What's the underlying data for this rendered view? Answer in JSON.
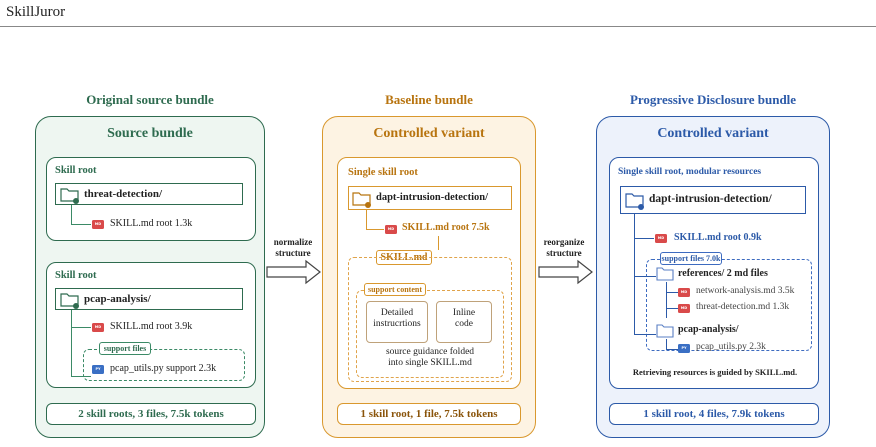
{
  "app": {
    "title": "SkillJuror"
  },
  "columns": {
    "original": {
      "heading": "Original source bundle",
      "panel_title": "Source bundle",
      "card1": {
        "label": "Skill root",
        "dir": "threat-detection/",
        "file": "SKILL.md root 1.3k"
      },
      "card2": {
        "label": "Skill root",
        "dir": "pcap-analysis/",
        "file": "SKILL.md root 3.9k",
        "support_tag": "support files",
        "support_file": "pcap_utils.py support 2.3k"
      },
      "summary": "2 skill roots, 3 files, 7.5k tokens",
      "colors": {
        "main": "#2e6b4f",
        "bg": "#eef6f1",
        "line": "#3b8a66"
      }
    },
    "baseline": {
      "heading": "Baseline bundle",
      "panel_title": "Controlled variant",
      "card": {
        "label": "Single skill root",
        "dir": "dapt-intrusion-detection/",
        "file": "SKILL.md root 7.5k",
        "skill_tag": "SKILL.md",
        "support_tag": "support content",
        "box1": "Detailed instruсrtions",
        "box2": "Inline code",
        "note_line1": "source guidance folded",
        "note_line2": "into single SKILL.md"
      },
      "summary": "1 skill root, 1 file, 7.5k tokens",
      "colors": {
        "main": "#b8740f",
        "bg": "#fdf3e3",
        "line": "#e0a34a"
      }
    },
    "progressive": {
      "heading": "Progressive Disclosure bundle",
      "panel_title": "Controlled variant",
      "card": {
        "label": "Single skill root, modular resources",
        "dir": "dapt-intrusion-detection/",
        "file": "SKILL.md root 0.9k",
        "support_tag": "support files 7.0k",
        "refs_dir": "references/ 2 md files",
        "ref1": "network-analysis.md 3.5k",
        "ref2": "threat-detection.md 1.3k",
        "pcap_dir": "pcap-analysis/",
        "pcap_file": "pcap_utils.py 2.3k",
        "note": "Retrieving resources is guided by SKILL.md."
      },
      "summary": "1 skill root, 4 files, 7.9k tokens",
      "colors": {
        "main": "#2c5aa8",
        "bg": "#edf2fb",
        "line": "#3d6bc0"
      }
    }
  },
  "arrows": {
    "normalize": {
      "line1": "normalize",
      "line2": "structure"
    },
    "reorganize": {
      "line1": "reorganize",
      "line2": "structure"
    }
  },
  "icons": {
    "folder": "folder-icon",
    "md": "md-file-icon",
    "py": "py-file-icon"
  }
}
